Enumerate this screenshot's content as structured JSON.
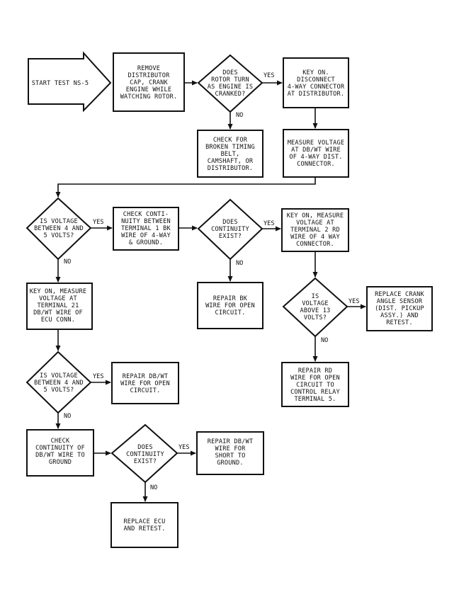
{
  "nodes": {
    "start": [
      "START TEST NS-5"
    ],
    "remove_cap": [
      "REMOVE",
      "DISTRIBUTOR",
      "CAP, CRANK",
      "ENGINE WHILE",
      "WATCHING ROTOR."
    ],
    "rotor_turn": [
      "DOES",
      "ROTOR TURN",
      "AS ENGINE IS",
      "CRANKED?"
    ],
    "key_on_disconnect": [
      "KEY ON.",
      "DISCONNECT",
      "4-WAY CONNECTOR",
      "AT DISTRIBUTOR."
    ],
    "check_broken": [
      "CHECK FOR",
      "BROKEN TIMING",
      "BELT,",
      "CAMSHAFT, OR",
      "DISTRIBUTOR."
    ],
    "measure_voltage_dbwt": [
      "MEASURE VOLTAGE",
      "AT DB/WT WIRE",
      "OF 4-WAY DIST.",
      "CONNECTOR."
    ],
    "voltage_4_5_a": [
      "IS VOLTAGE",
      "BETWEEN 4 AND",
      "5 VOLTS?"
    ],
    "check_continuity_bk": [
      "CHECK CONTI-",
      "NUITY BETWEEN",
      "TERMINAL 1 BK",
      "WIRE OF 4-WAY",
      "& GROUND."
    ],
    "continuity_exist_a": [
      "DOES",
      "CONTINUITY",
      "EXIST?"
    ],
    "key_on_measure_rd": [
      "KEY ON, MEASURE",
      "VOLTAGE AT",
      "TERMINAL 2 RD",
      "WIRE OF 4 WAY",
      "CONNECTOR."
    ],
    "key_on_measure_ecu": [
      "KEY ON, MEASURE",
      "VOLTAGE AT",
      "TERMINAL 21",
      "DB/WT WIRE OF",
      "ECU CONN."
    ],
    "repair_bk": [
      "REPAIR BK",
      "WIRE FOR OPEN",
      "CIRCUIT."
    ],
    "voltage_above_13": [
      "IS",
      "VOLTAGE",
      "ABOVE 13",
      "VOLTS?"
    ],
    "replace_crank_sensor": [
      "REPLACE CRANK",
      "ANGLE SENSOR",
      "(DIST. PICKUP",
      "ASSY.) AND",
      "RETEST."
    ],
    "voltage_4_5_b": [
      "IS VOLTAGE",
      "BETWEEN 4 AND",
      "5 VOLTS?"
    ],
    "repair_dbwt_open": [
      "REPAIR DB/WT",
      "WIRE FOR OPEN",
      "CIRCUIT."
    ],
    "repair_rd": [
      "REPAIR RD",
      "WIRE FOR OPEN",
      "CIRCUIT TO",
      "CONTROL RELAY",
      "TERMINAL 5."
    ],
    "check_continuity_dbwt": [
      "CHECK",
      "CONTINUITY OF",
      "DB/WT WIRE TO",
      "GROUND"
    ],
    "continuity_exist_b": [
      "DOES",
      "CONTINUITY",
      "EXIST?"
    ],
    "repair_dbwt_short": [
      "REPAIR DB/WT",
      "WIRE FOR",
      "SHORT TO",
      "GROUND."
    ],
    "replace_ecu": [
      "REPLACE ECU",
      "AND RETEST."
    ]
  },
  "edges": {
    "yes": "YES",
    "no": "NO"
  }
}
